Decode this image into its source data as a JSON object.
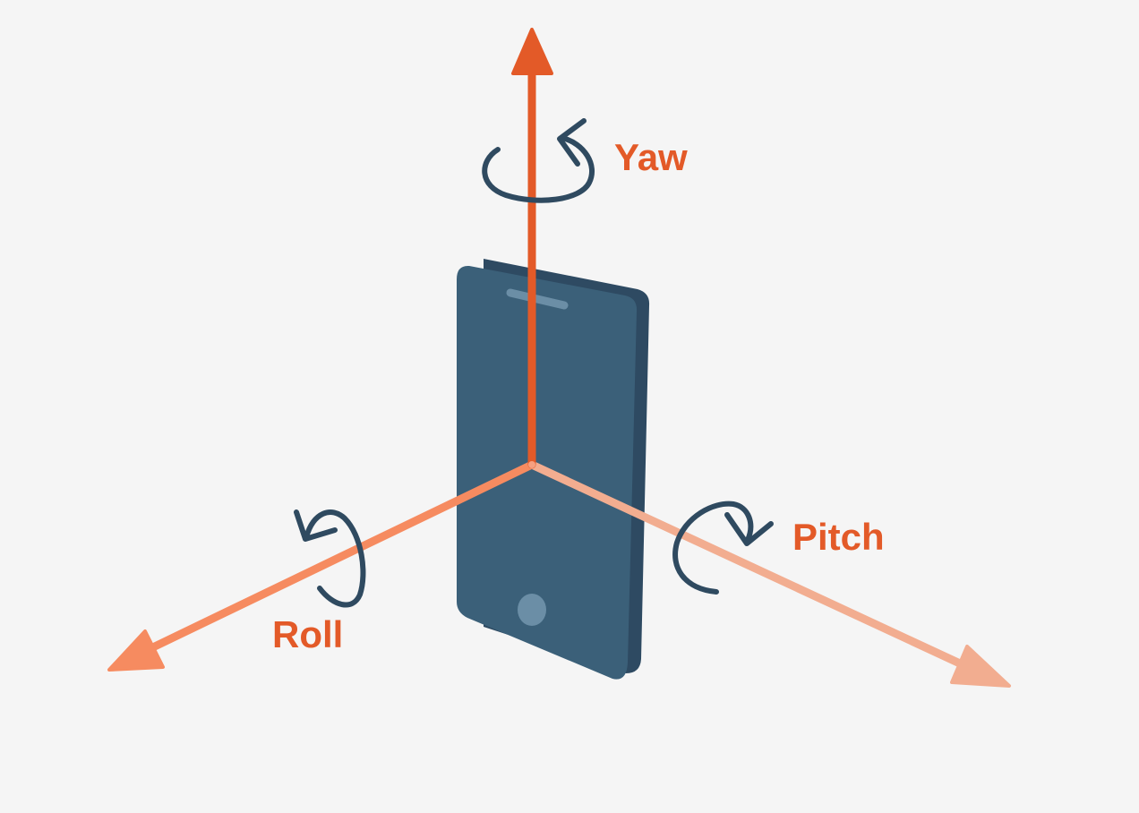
{
  "labels": {
    "yaw": "Yaw",
    "pitch": "Pitch",
    "roll": "Roll"
  },
  "colors": {
    "background": "#f5f5f5",
    "label": "#e35a28",
    "yaw_axis": "#e35a28",
    "roll_axis": "#f68b60",
    "pitch_axis": "#f2ad90",
    "rotation_arrow": "#2f4a60",
    "phone_body": "#3b6079",
    "phone_side": "#2e4a62",
    "phone_detail": "#6b8ea6"
  },
  "icons": {
    "device": "smartphone-icon",
    "yaw_rotation": "rotate-arrow-icon",
    "pitch_rotation": "rotate-arrow-icon",
    "roll_rotation": "rotate-arrow-icon"
  }
}
